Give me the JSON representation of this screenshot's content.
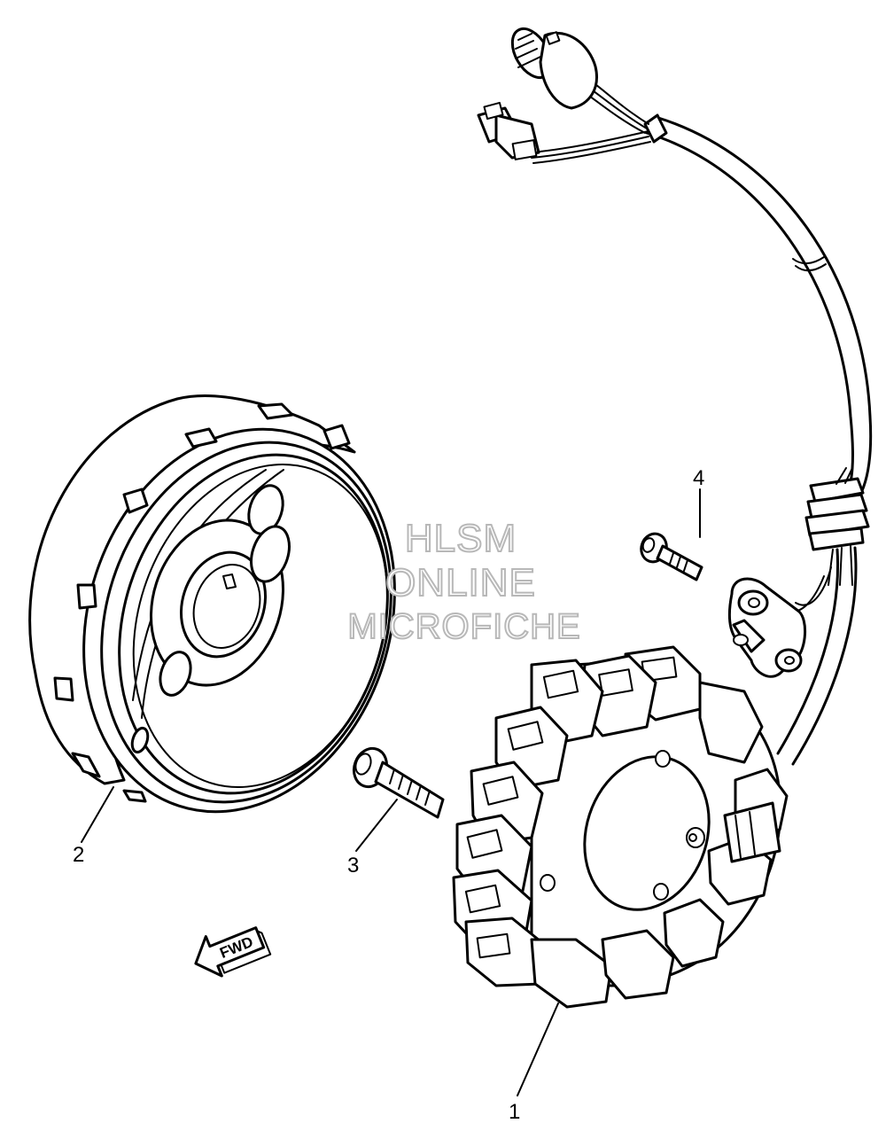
{
  "diagram": {
    "callouts": [
      {
        "id": "1",
        "label": "1"
      },
      {
        "id": "2",
        "label": "2"
      },
      {
        "id": "3",
        "label": "3"
      },
      {
        "id": "4",
        "label": "4"
      }
    ],
    "direction_arrow": {
      "label": "FWD"
    },
    "watermark": {
      "lines": [
        "HLSM",
        "ONLINE",
        "MICROFICHE"
      ]
    }
  }
}
